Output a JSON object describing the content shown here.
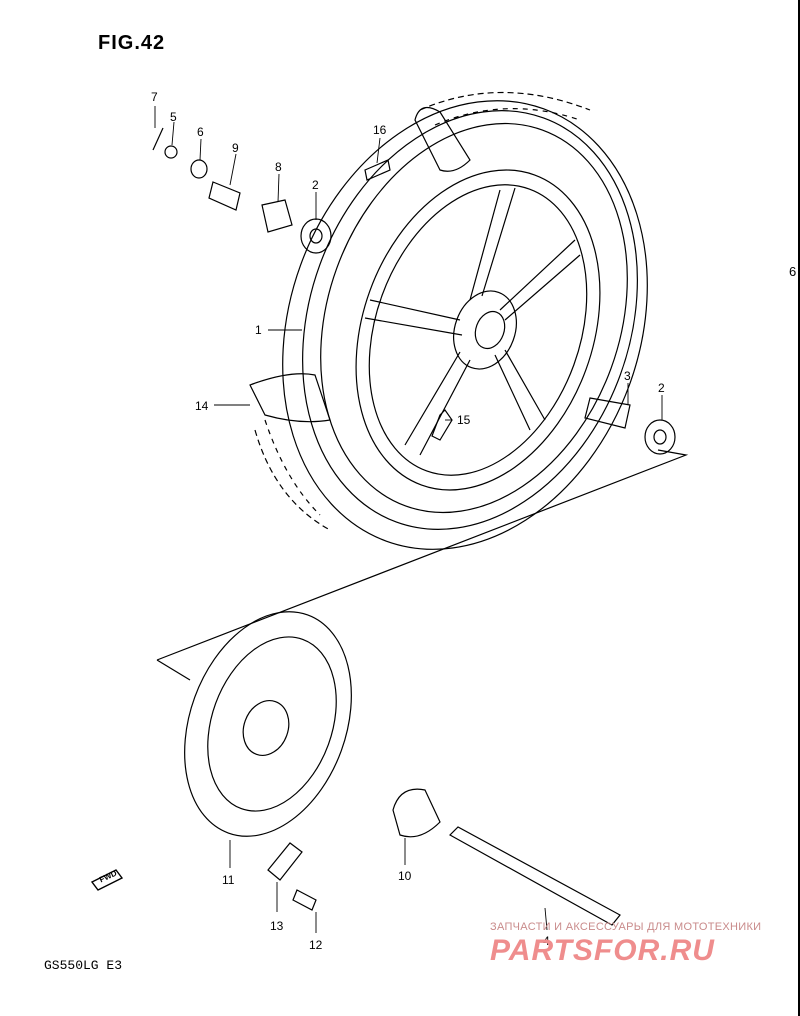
{
  "figure": {
    "title": "FIG.42",
    "model": "GS550LG  E3",
    "edge_mark": "6"
  },
  "callouts": [
    {
      "id": "c7",
      "label": "7"
    },
    {
      "id": "c5",
      "label": "5"
    },
    {
      "id": "c6",
      "label": "6"
    },
    {
      "id": "c9",
      "label": "9"
    },
    {
      "id": "c8",
      "label": "8"
    },
    {
      "id": "c2a",
      "label": "2"
    },
    {
      "id": "c16",
      "label": "16"
    },
    {
      "id": "c1",
      "label": "1"
    },
    {
      "id": "c14",
      "label": "14"
    },
    {
      "id": "c15",
      "label": "15"
    },
    {
      "id": "c3",
      "label": "3"
    },
    {
      "id": "c2b",
      "label": "2"
    },
    {
      "id": "c11",
      "label": "11"
    },
    {
      "id": "c10",
      "label": "10"
    },
    {
      "id": "c4",
      "label": "4"
    },
    {
      "id": "c13",
      "label": "13"
    },
    {
      "id": "c12",
      "label": "12"
    }
  ],
  "fwd_label": "FWD",
  "watermark": {
    "tagline": "ЗАПЧАСТИ И АКСЕССУАРЫ ДЛЯ МОТОТЕХНИКИ",
    "logo": "PARTSFOR.RU"
  }
}
